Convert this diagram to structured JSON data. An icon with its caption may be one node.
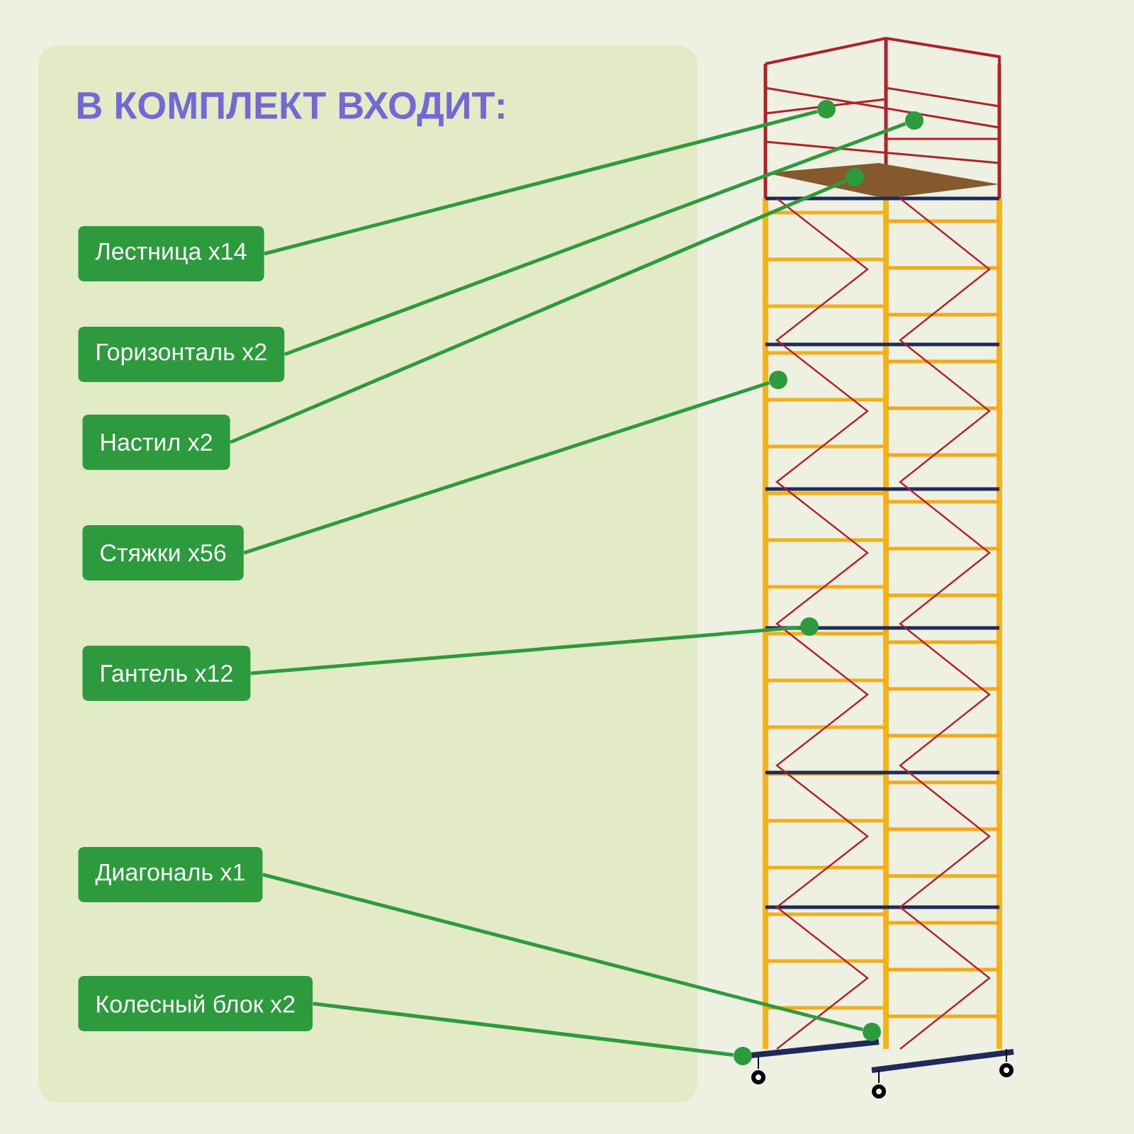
{
  "diagram": {
    "title": "В КОМПЛЕКТ ВХОДИТ:",
    "nodes": [
      {
        "text": [
          "Лестница x14"
        ]
      },
      {
        "text": [
          "Горизонталь x2"
        ]
      },
      {
        "text": [
          "Настил x2"
        ]
      },
      {
        "text": [
          "Стяжки x56"
        ]
      },
      {
        "text": [
          "Гантель x12"
        ]
      },
      {
        "text": [
          "Диагональ x1"
        ]
      },
      {
        "text": [
          "Колесный блок x2"
        ]
      },
      {
        "text": [],
        "shape": "circle"
      },
      {
        "text": [],
        "shape": "circle"
      },
      {
        "text": [],
        "shape": "circle"
      },
      {
        "text": [],
        "shape": "circle"
      },
      {
        "text": [],
        "shape": "circle"
      },
      {
        "text": [],
        "shape": "circle"
      },
      {
        "text": [],
        "shape": "circle"
      }
    ],
    "edges": [
      {
        "from": 0,
        "to": 7,
        "arrow": "none"
      },
      {
        "from": 1,
        "to": 8,
        "arrow": "none"
      },
      {
        "from": 2,
        "to": 9,
        "arrow": "none"
      },
      {
        "from": 3,
        "to": 10,
        "arrow": "none"
      },
      {
        "from": 4,
        "to": 11,
        "arrow": "none"
      },
      {
        "from": 5,
        "to": 12,
        "arrow": "none"
      },
      {
        "from": 6,
        "to": 13,
        "arrow": "none"
      }
    ]
  }
}
